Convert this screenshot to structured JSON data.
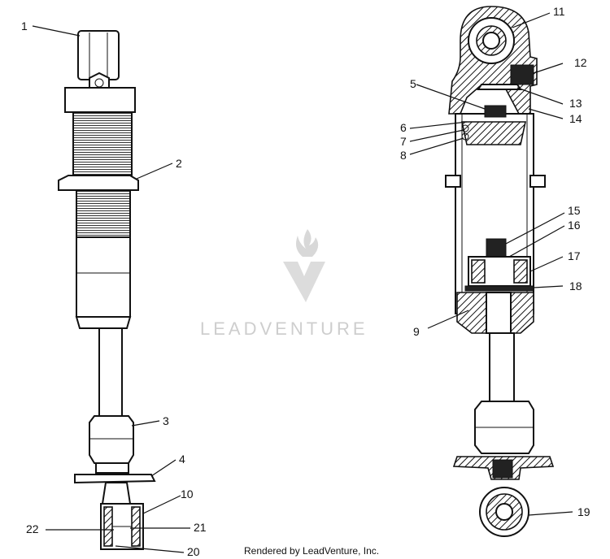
{
  "callouts": [
    {
      "id": "1",
      "text": "1"
    },
    {
      "id": "2",
      "text": "2"
    },
    {
      "id": "3",
      "text": "3"
    },
    {
      "id": "4",
      "text": "4"
    },
    {
      "id": "5",
      "text": "5"
    },
    {
      "id": "6",
      "text": "6"
    },
    {
      "id": "7",
      "text": "7"
    },
    {
      "id": "8",
      "text": "8"
    },
    {
      "id": "9",
      "text": "9"
    },
    {
      "id": "10",
      "text": "10"
    },
    {
      "id": "11",
      "text": "11"
    },
    {
      "id": "12",
      "text": "12"
    },
    {
      "id": "13",
      "text": "13"
    },
    {
      "id": "14",
      "text": "14"
    },
    {
      "id": "15",
      "text": "15"
    },
    {
      "id": "16",
      "text": "16"
    },
    {
      "id": "17",
      "text": "17"
    },
    {
      "id": "18",
      "text": "18"
    },
    {
      "id": "19",
      "text": "19"
    },
    {
      "id": "20",
      "text": "20"
    },
    {
      "id": "21",
      "text": "21"
    },
    {
      "id": "22",
      "text": "22"
    }
  ],
  "watermark": {
    "text": "LEADVENTURE"
  },
  "footer": {
    "text": "Rendered by LeadVenture, Inc."
  }
}
